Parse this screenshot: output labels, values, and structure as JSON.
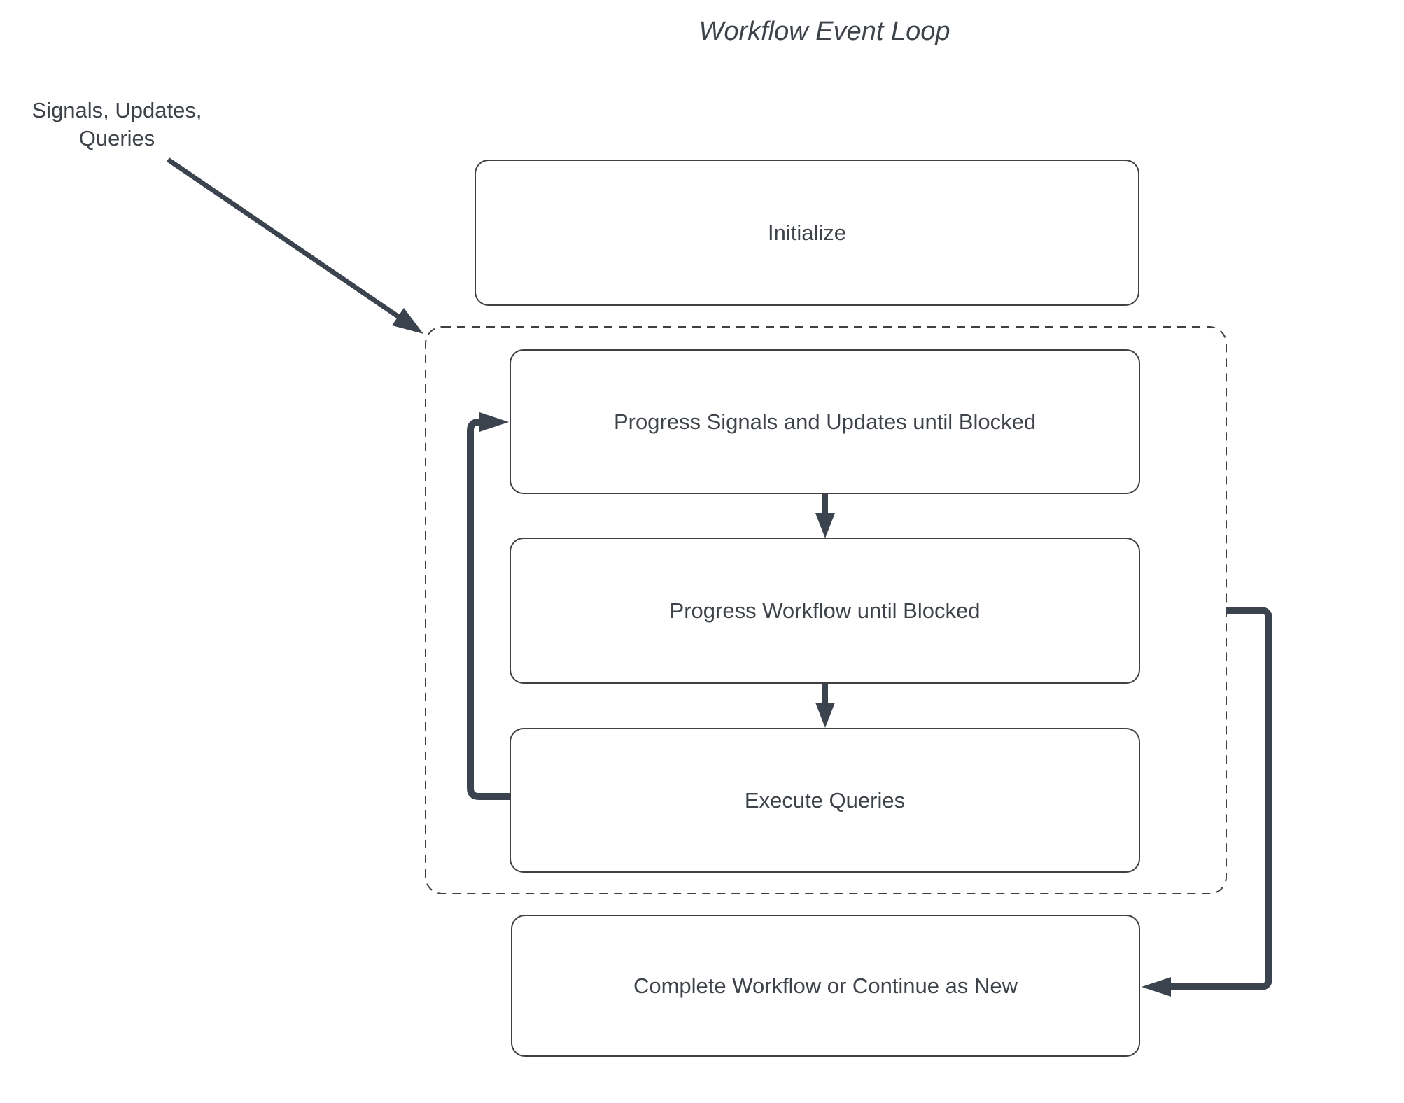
{
  "diagram": {
    "title": "Workflow Event Loop",
    "annotation": "Signals, Updates,\nQueries",
    "nodes": [
      {
        "id": "initialize",
        "label": "Initialize"
      },
      {
        "id": "progress-signals",
        "label": "Progress Signals and Updates until Blocked"
      },
      {
        "id": "progress-workflow",
        "label": "Progress Workflow until Blocked"
      },
      {
        "id": "execute-queries",
        "label": "Execute Queries"
      },
      {
        "id": "complete",
        "label": "Complete Workflow or Continue as New"
      }
    ],
    "colors": {
      "connector": "#3b434e",
      "border": "#404040",
      "text": "#3e434a",
      "background": "#ffffff"
    }
  }
}
